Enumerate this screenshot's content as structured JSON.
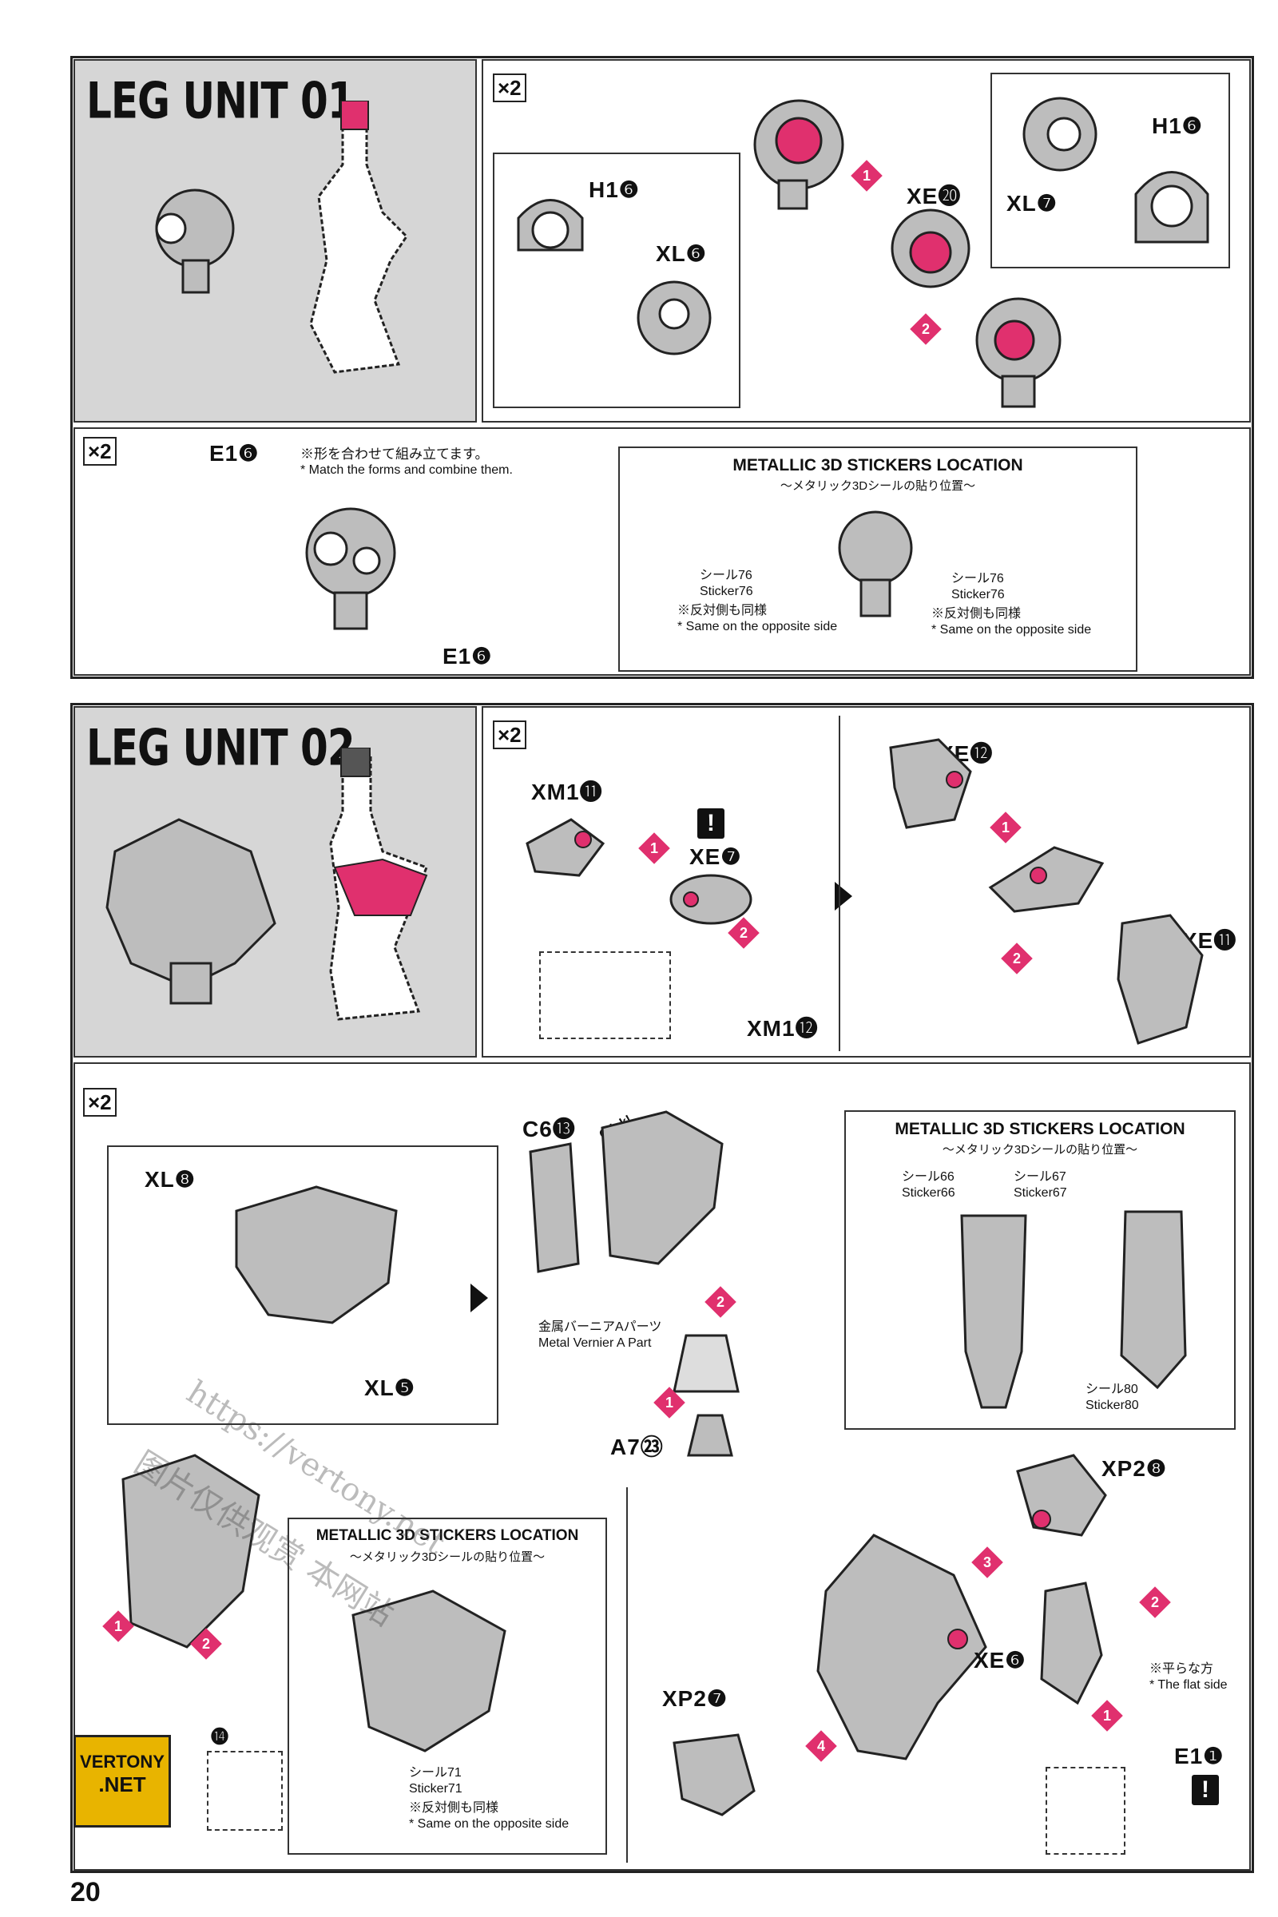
{
  "page_number": "20",
  "unit1": {
    "title": "LEG UNIT 01",
    "multiplier_top": "×2",
    "multiplier_bottom": "×2",
    "labels": {
      "h1_left": "H1❻",
      "xl6": "XL❻",
      "xe20": "XE⓴",
      "h1_right": "H1❻",
      "xl7": "XL❼",
      "e1_top": "E1❻",
      "e1_bottom": "E1❻"
    },
    "note_jp": "※形を合わせて組み立てます。",
    "note_en": "* Match the forms and combine them.",
    "steps": [
      "1",
      "2"
    ],
    "stickers": {
      "title": "METALLIC 3D STICKERS LOCATION",
      "subtitle": "〜メタリック3Dシールの貼り位置〜",
      "left_jp": "シール76",
      "left_en": "Sticker76",
      "left_note_jp": "※反対側も同様",
      "left_note_en": "* Same on the opposite side",
      "right_jp": "シール76",
      "right_en": "Sticker76",
      "right_note_jp": "※反対側も同様",
      "right_note_en": "* Same on the opposite side"
    }
  },
  "unit2": {
    "title": "LEG UNIT 02",
    "multiplier_top": "×2",
    "multiplier_bottom": "×2",
    "labels": {
      "xm1_11": "XM1⓫",
      "xe7": "XE❼",
      "xm1_12": "XM1⓬",
      "xe12": "XE⓬",
      "xe11": "XE⓫",
      "xl8": "XL❽",
      "xl5": "XL❺",
      "c6_13": "C6⓭",
      "click": "Click!",
      "metal_jp": "金属バーニアAパーツ",
      "metal_en": "Metal Vernier A Part",
      "a7": "A7㉓",
      "xp2_8": "XP2❽",
      "xp2_7": "XP2❼",
      "xe6": "XE❻",
      "e1_1": "E1❶",
      "flat_jp": "※平らな方",
      "flat_en": "* The flat side",
      "n14": "⓮"
    },
    "steps": [
      "1",
      "2",
      "3",
      "4"
    ],
    "stickers_a": {
      "title": "METALLIC 3D STICKERS LOCATION",
      "subtitle": "〜メタリック3Dシールの貼り位置〜",
      "s66_jp": "シール66",
      "s66_en": "Sticker66",
      "s67_jp": "シール67",
      "s67_en": "Sticker67",
      "s80_jp": "シール80",
      "s80_en": "Sticker80"
    },
    "stickers_b": {
      "title": "METALLIC 3D STICKERS LOCATION",
      "subtitle": "〜メタリック3Dシールの貼り位置〜",
      "s71_jp": "シール71",
      "s71_en": "Sticker71",
      "note_jp": "※反対側も同様",
      "note_en": "* Same on the opposite side"
    }
  },
  "watermark": {
    "url": "https://vertony.net",
    "cn": "图片仅供观赏 本网站",
    "logo_top": "VERTONY",
    "logo_bottom": ".NET"
  },
  "colors": {
    "accent": "#e0306e",
    "panel_gray": "#d6d6d6",
    "part_gray": "#bdbdbd"
  }
}
